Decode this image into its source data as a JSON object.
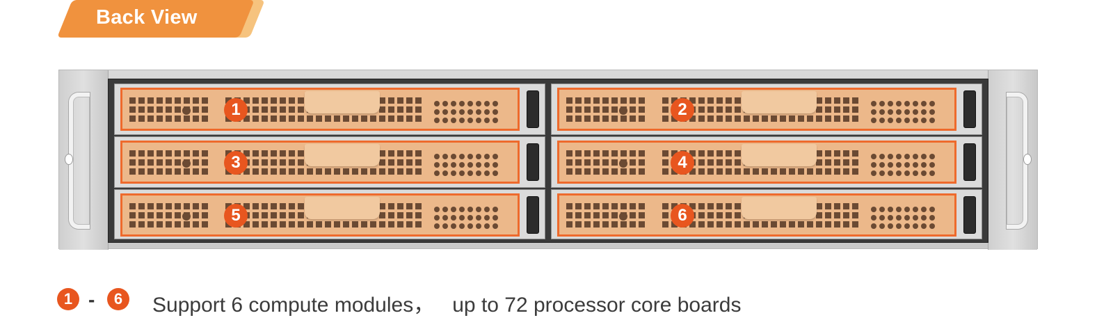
{
  "header": {
    "title": "Back View"
  },
  "modules": [
    {
      "number": "1"
    },
    {
      "number": "2"
    },
    {
      "number": "3"
    },
    {
      "number": "4"
    },
    {
      "number": "5"
    },
    {
      "number": "6"
    }
  ],
  "caption": {
    "range_start": "1",
    "range_separator": "-",
    "range_end": "6",
    "text_part1": "Support 6 compute modules，",
    "text_part2": "up to 72 processor core boards"
  },
  "colors": {
    "accent_orange": "#f0923e",
    "module_outline": "#ee6a2c",
    "badge_fill": "#e8561f",
    "module_tint": "#ecb88a"
  }
}
